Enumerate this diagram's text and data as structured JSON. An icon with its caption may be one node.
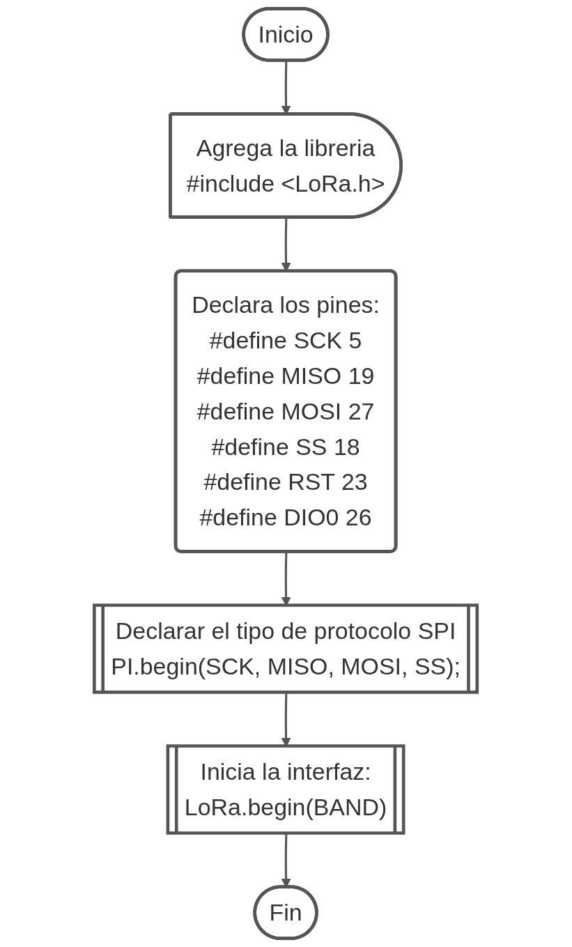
{
  "diagram": {
    "nodes": [
      {
        "text": [
          "Inicio"
        ]
      },
      {
        "text": [
          "Agrega la libreria",
          "#include <LoRa.h>"
        ]
      },
      {
        "text": [
          "Declara los pines:",
          "#define SCK 5",
          "#define MISO 19",
          "#define MOSI 27",
          "#define SS 18",
          "#define RST 23",
          "#define DIO0 26"
        ]
      },
      {
        "text": [
          "Declarar el tipo de protocolo SPI",
          "PI.begin(SCK, MISO, MOSI, SS);"
        ]
      },
      {
        "text": [
          "Inicia la interfaz:",
          "LoRa.begin(BAND)"
        ]
      },
      {
        "text": [
          "Fin"
        ]
      }
    ],
    "edges": [
      {
        "from": 0,
        "to": 1,
        "arrow": "to"
      },
      {
        "from": 1,
        "to": 2,
        "arrow": "to"
      },
      {
        "from": 2,
        "to": 3,
        "arrow": "to"
      },
      {
        "from": 3,
        "to": 4,
        "arrow": "to"
      },
      {
        "from": 4,
        "to": 5,
        "arrow": "to"
      }
    ]
  }
}
